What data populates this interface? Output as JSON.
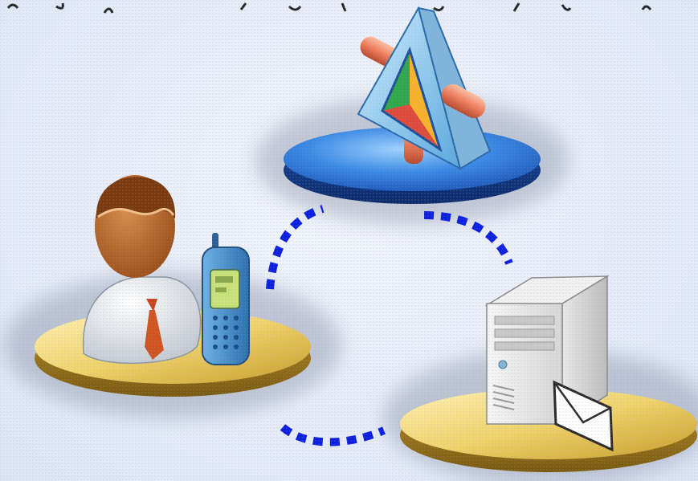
{
  "diagram": {
    "nodes": [
      {
        "id": "user",
        "icon": "user-with-mobile-phone-icon",
        "platform_color": "#d9b94a"
      },
      {
        "id": "gateway",
        "icon": "prism-gateway-icon",
        "platform_color": "#1f67c8"
      },
      {
        "id": "server",
        "icon": "mail-server-icon",
        "platform_color": "#d9b94a"
      }
    ],
    "connections": [
      {
        "from": "user",
        "to": "gateway",
        "style": "dotted",
        "color": "#0a1fe0"
      },
      {
        "from": "gateway",
        "to": "server",
        "style": "dotted",
        "color": "#0a1fe0"
      },
      {
        "from": "user",
        "to": "server",
        "style": "dotted",
        "color": "#0a1fe0"
      }
    ]
  }
}
